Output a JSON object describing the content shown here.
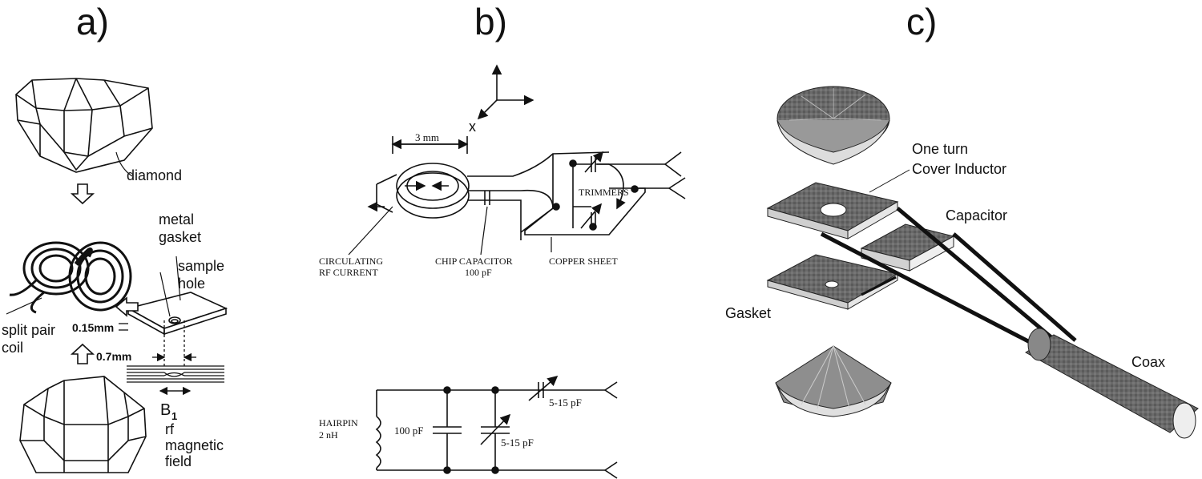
{
  "panels": {
    "a": {
      "label": "a)",
      "diamond": "diamond",
      "metal_gasket": [
        "metal",
        "gasket"
      ],
      "sample_hole": [
        "sample",
        "hole"
      ],
      "split_pair_coil": [
        "split pair",
        "coil"
      ],
      "thickness": "0.15mm",
      "width": "0.7mm",
      "b1": "B",
      "b1_sub": "1",
      "rf_field": [
        "rf",
        "magnetic",
        "field"
      ]
    },
    "b": {
      "label": "b)",
      "axis_x": "x",
      "dimension": "3 mm",
      "trimmers": "TRIMMERS",
      "circulating": [
        "CIRCULATING",
        "RF CURRENT"
      ],
      "chip_capacitor": [
        "CHIP CAPACITOR",
        "100 pF"
      ],
      "copper_sheet": "COPPER SHEET",
      "hairpin": [
        "HAIRPIN",
        "2 nH"
      ],
      "cap_fixed": "100 pF",
      "cap_var1": "5-15 pF",
      "cap_var2": "5-15 pF"
    },
    "c": {
      "label": "c)",
      "inductor": [
        "One turn",
        "Cover Inductor"
      ],
      "capacitor": "Capacitor",
      "gasket": "Gasket",
      "coax": "Coax"
    }
  }
}
